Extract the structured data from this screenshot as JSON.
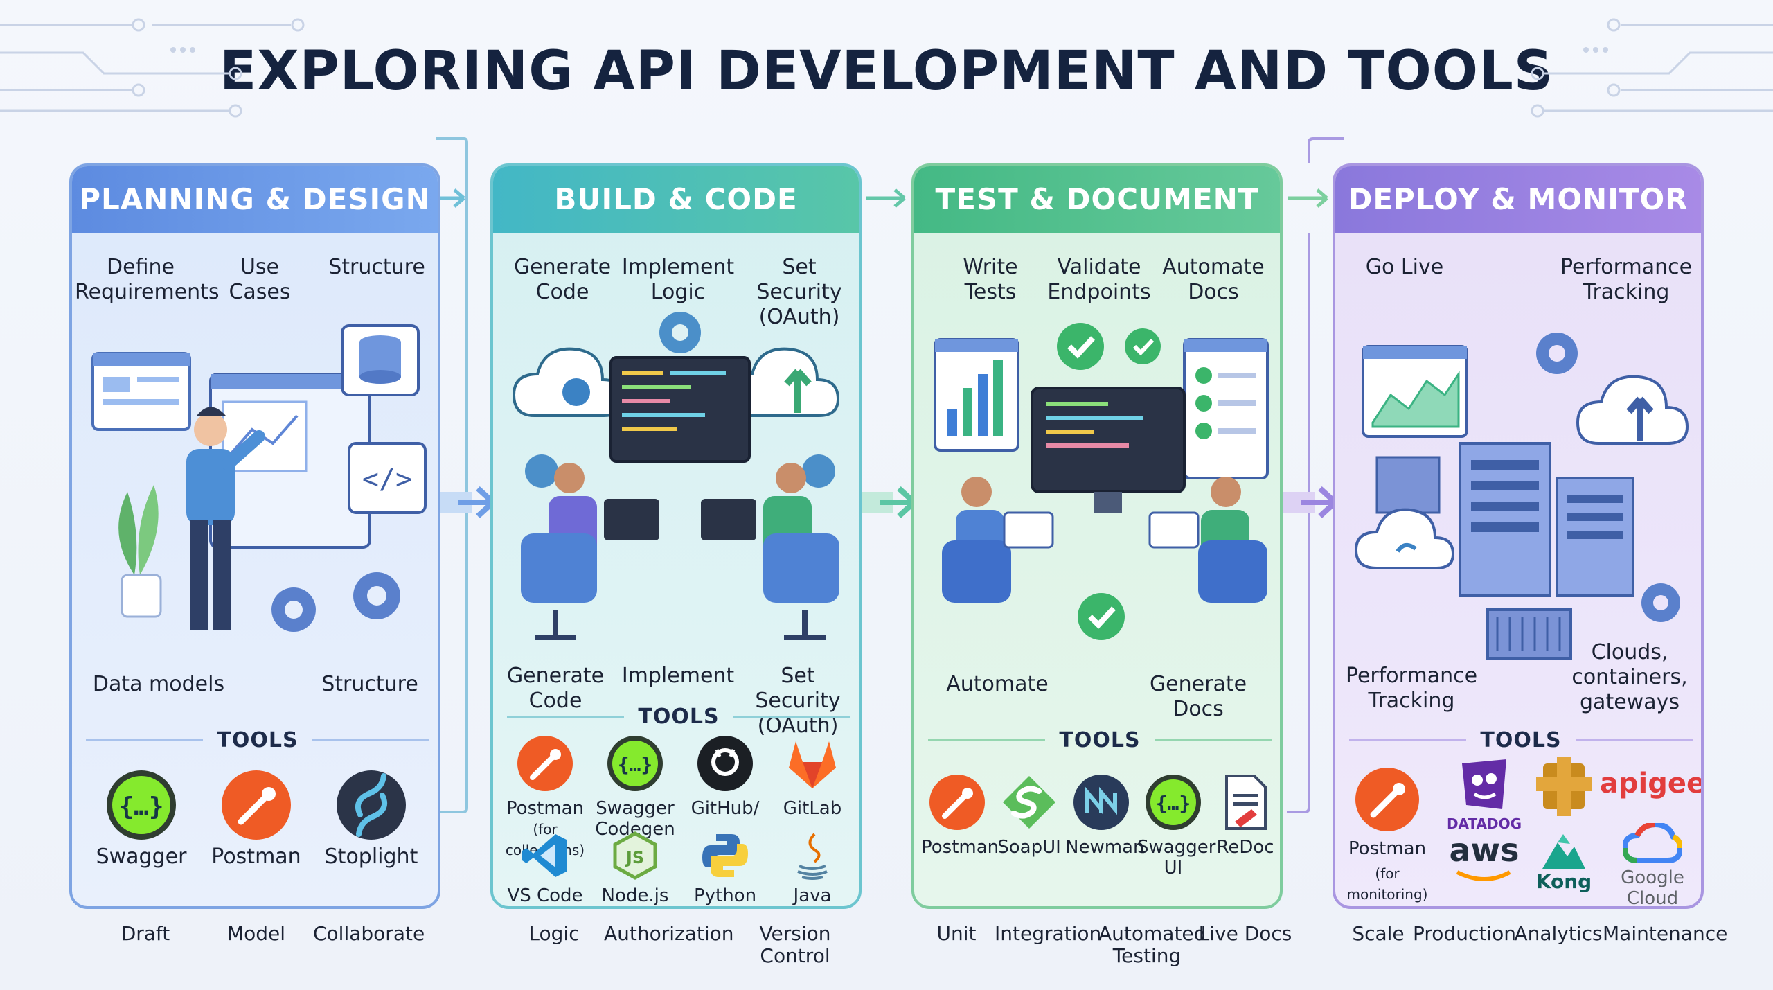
{
  "title": "EXPLORING API DEVELOPMENT AND TOOLS",
  "colors": {
    "planning": "#5d8be0",
    "build": "#43b7c6",
    "test": "#44b985",
    "deploy": "#8a78dc",
    "title": "#15233f"
  },
  "panels": [
    {
      "header": "PLANNING & DESIGN",
      "top_labels": [
        "Define\nRequirements",
        "Use Cases",
        "Structure"
      ],
      "mid_labels": [
        "Data models",
        "Structure"
      ],
      "tools_label": "TOOLS",
      "tools": [
        {
          "name": "Swagger",
          "icon": "swagger-icon"
        },
        {
          "name": "Postman",
          "icon": "postman-icon"
        },
        {
          "name": "Stoplight",
          "icon": "stoplight-icon"
        }
      ],
      "bottom": [
        "Draft",
        "Model",
        "Collaborate"
      ]
    },
    {
      "header": "BUILD & CODE",
      "top_labels": [
        "Generate\nCode",
        "Implement\nLogic",
        "Set Security\n(OAuth)"
      ],
      "mid_labels": [
        "Generate\nCode",
        "Implement",
        "Set Security\n(OAuth)"
      ],
      "tools_label": "TOOLS",
      "tools": [
        {
          "name": "Postman",
          "sub": "(for collections)",
          "icon": "postman-icon"
        },
        {
          "name": "Swagger\nCodegen",
          "icon": "swagger-icon"
        },
        {
          "name": "GitHub/",
          "icon": "github-icon"
        },
        {
          "name": "GitLab",
          "icon": "gitlab-icon"
        },
        {
          "name": "VS Code",
          "icon": "vscode-icon"
        },
        {
          "name": "Node.js",
          "icon": "nodejs-icon"
        },
        {
          "name": "Python",
          "icon": "python-icon"
        },
        {
          "name": "Java",
          "icon": "java-icon"
        }
      ],
      "bottom": [
        "Logic",
        "Authorization",
        "Version Control"
      ]
    },
    {
      "header": "TEST & DOCUMENT",
      "top_labels": [
        "Write\nTests",
        "Validate\nEndpoints",
        "Automate\nDocs"
      ],
      "mid_labels": [
        "Automate",
        "Generate Docs"
      ],
      "tools_label": "TOOLS",
      "tools": [
        {
          "name": "Postman",
          "icon": "postman-icon"
        },
        {
          "name": "SoapUI",
          "icon": "soapui-icon"
        },
        {
          "name": "Newman",
          "icon": "newman-icon"
        },
        {
          "name": "Swagger\nUI",
          "icon": "swagger-icon"
        },
        {
          "name": "ReDoc",
          "icon": "redoc-icon"
        }
      ],
      "bottom": [
        "Unit",
        "Integration",
        "Automated\nTesting",
        "Live Docs"
      ]
    },
    {
      "header": "DEPLOY & MONITOR",
      "top_labels": [
        "Go Live",
        "Performance\nTracking"
      ],
      "mid_labels": [
        "Performance\nTracking",
        "Clouds,\ncontainers,\ngateways"
      ],
      "tools_label": "TOOLS",
      "tools": [
        {
          "name": "Postman",
          "sub": "(for monitoring)",
          "icon": "postman-icon"
        },
        {
          "name": "DATADOG",
          "icon": "datadog-icon"
        },
        {
          "name": "aws",
          "icon": "aws-icon"
        },
        {
          "name": "Kong",
          "icon": "kong-icon"
        },
        {
          "name": "apigee",
          "icon": "apigee-icon"
        },
        {
          "name": "Google Cloud",
          "icon": "google-cloud-icon"
        }
      ],
      "bottom": [
        "Scale",
        "Production",
        "Analytics",
        "Maintenance"
      ]
    }
  ]
}
